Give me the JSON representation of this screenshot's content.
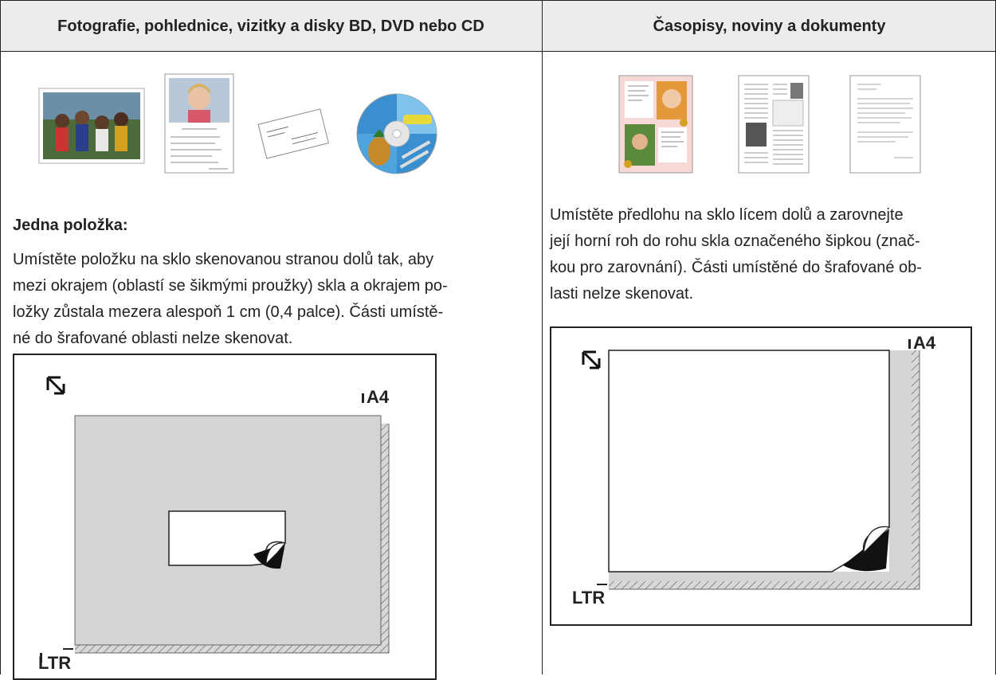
{
  "left_column": {
    "header": "Fotografie, pohlednice, vizitky a disky BD, DVD nebo CD",
    "item_thumbnails": [
      "photo-thumbnail",
      "postcard-thumbnail",
      "business-card-thumbnail",
      "disc-thumbnail"
    ],
    "section_label": "Jedna položka:",
    "paragraph_lines": [
      "Umístěte položku na sklo skenovanou stranou dolů tak, aby",
      "mezi okrajem (oblastí se šikmými proužky) skla a okrajem po-",
      "ložky zůstala mezera alespoň 1 cm (0,4 palce). Části umístě-",
      "né do šrafované oblasti nelze skenovat."
    ],
    "diagram_labels": {
      "size_a4": "A4",
      "size_ltr": "LTR"
    }
  },
  "right_column": {
    "header": "Časopisy, noviny a dokumenty",
    "item_thumbnails": [
      "magazine-thumbnail",
      "newspaper-thumbnail",
      "document-thumbnail"
    ],
    "paragraph_lines": [
      "Umístěte předlohu na sklo lícem dolů a zarovnejte",
      "její horní roh do rohu skla označeného šipkou (znač-",
      "kou pro zarovnání). Části umístěné do šrafované ob-",
      "lasti nelze skenovat."
    ],
    "diagram_labels": {
      "size_a4": "A4",
      "size_ltr": "LTR"
    }
  },
  "colors": {
    "header_bg": "#ececec",
    "border": "#222222",
    "hatch_gray": "#d9d9d9"
  }
}
